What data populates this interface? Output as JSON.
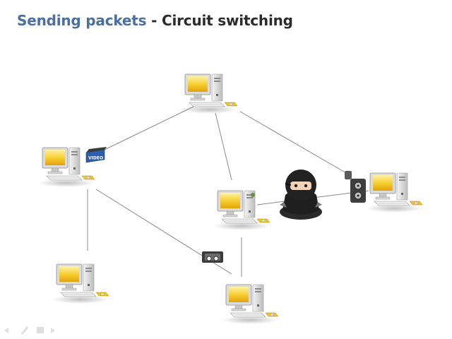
{
  "slide": {
    "title_part1": "Sending packets",
    "title_separator": " - ",
    "title_part2": "Circuit switching"
  },
  "media_labels": {
    "video_tag": "VIDEO"
  },
  "colors": {
    "title_accent": "#4a6fa1",
    "title_text": "#2b2b2b",
    "link_line": "#8a8a8a",
    "monitor_screen": "#f4c21a",
    "computer_body": "#e6e6e6"
  },
  "icons": [
    "computer-icon",
    "video-clip-icon",
    "film-camera-icon",
    "ninja-icon",
    "cassette-icon"
  ]
}
